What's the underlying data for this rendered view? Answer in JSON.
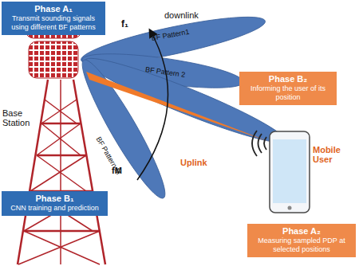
{
  "diagram": {
    "nodes": [
      {
        "text": [
          "Phase A₁",
          "Transmit sounding signals using different BF patterns"
        ]
      },
      {
        "text": [
          "Phase B₂",
          "Informing the user of its position"
        ]
      },
      {
        "text": [
          "Phase B₁",
          "CNN training and prediction"
        ]
      },
      {
        "text": [
          "Phase A₂",
          "Measuring sampled PDP at selected positions"
        ]
      }
    ],
    "edges": [],
    "labels": [
      "downlink",
      "f₁",
      "BF Pattern1",
      "BF Pattern 2",
      "BF Pattern M",
      "fM",
      "Base Station",
      "Uplink",
      "Mobile User"
    ]
  }
}
